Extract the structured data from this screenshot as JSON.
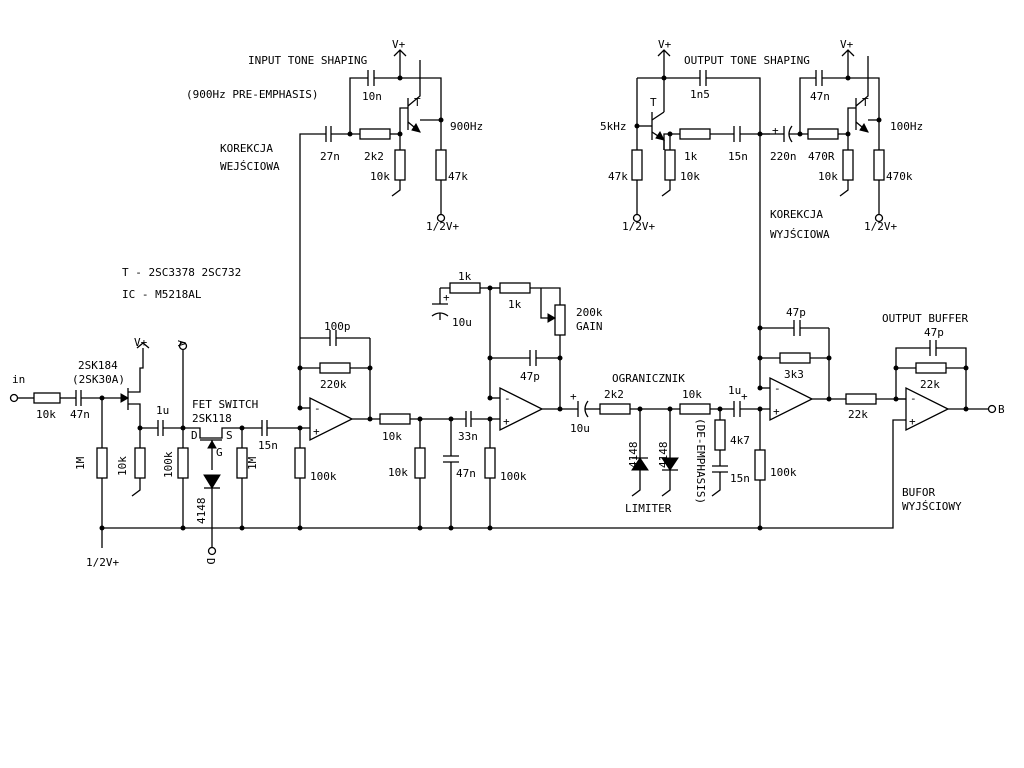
{
  "title_in": "INPUT TONE SHAPING",
  "sub_in": "(900Hz PRE-EMPHASIS)",
  "title_out": "OUTPUT TONE SHAPING",
  "kor_in_1": "KOREKCJA",
  "kor_in_2": "WEJŚCIOWA",
  "kor_out_1": "KOREKCJA",
  "kor_out_2": "WYJŚCIOWA",
  "parts_t": "T - 2SC3378 2SC732",
  "parts_ic": "IC - M5218AL",
  "in": "in",
  "vplus": "V+",
  "half_v": "1/2V+",
  "node_a": "A",
  "node_d": "D",
  "node_b": "B",
  "fet_title": "FET SWITCH",
  "fet_part": "2SK118",
  "pin_d": "D",
  "pin_s": "S",
  "pin_g": "G",
  "jfet_1": "2SK184",
  "jfet_2": "(2SK30A)",
  "t_label": "T",
  "f900": "900Hz",
  "f5k": "5kHz",
  "f100": "100Hz",
  "ogr": "OGRANICZNIK",
  "limiter": "LIMITER",
  "deemph": "(DE-EMPHASIS)",
  "out_buffer": "OUTPUT BUFFER",
  "bufor_1": "BUFOR",
  "bufor_2": "WYJŚCIOWY",
  "gain": "GAIN",
  "v_10k": "10k",
  "v_47n": "47n",
  "v_1M": "1M",
  "v_1u": "1u",
  "v_100k": "100k",
  "v_15n": "15n",
  "v_4148": "4148",
  "v_100p": "100p",
  "v_220k": "220k",
  "v_27n": "27n",
  "v_2k2": "2k2",
  "v_10n": "10n",
  "v_1k": "1k",
  "v_10u": "10u",
  "v_200k": "200k",
  "v_47p": "47p",
  "v_33n": "33n",
  "v_4k7": "4k7",
  "v_1n5": "1n5",
  "v_220n": "220n",
  "v_470R": "470R",
  "v_47k": "47k",
  "v_470k": "470k",
  "v_3k3": "3k3",
  "v_22k": "22k"
}
